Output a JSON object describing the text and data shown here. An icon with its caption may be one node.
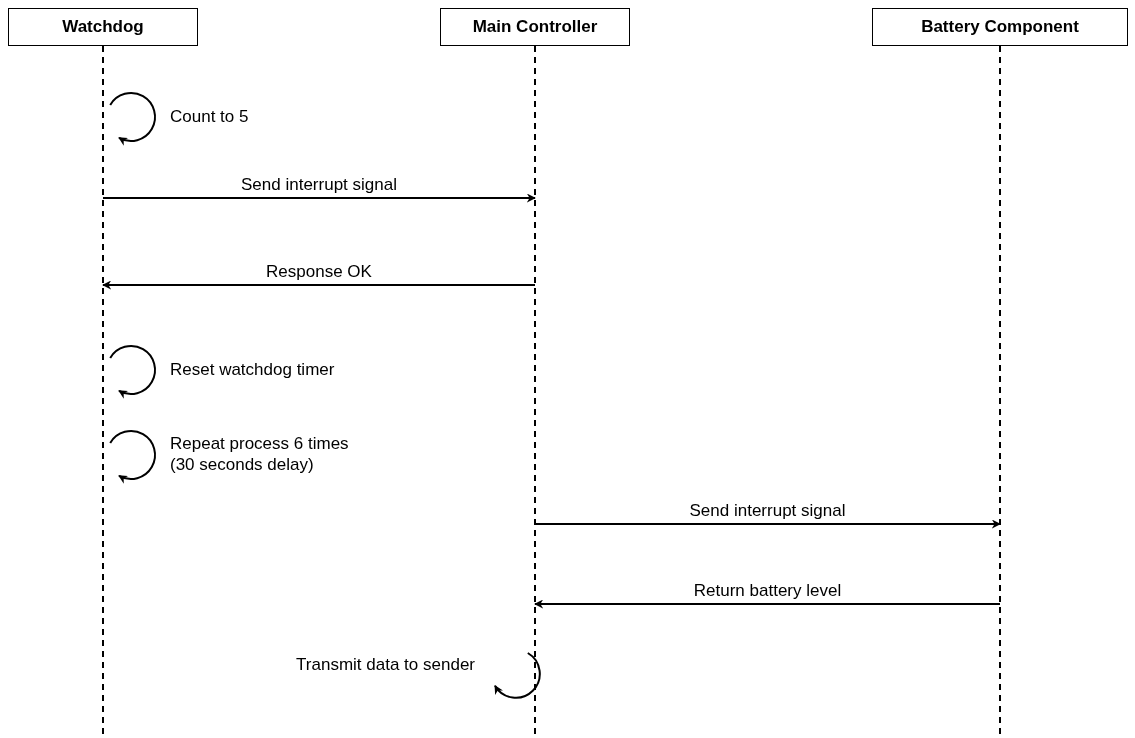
{
  "diagram": {
    "nodes": [
      {
        "text": [
          "Watchdog"
        ]
      },
      {
        "text": [
          "Main Controller"
        ]
      },
      {
        "text": [
          "Battery Component"
        ]
      }
    ],
    "edges": [
      {
        "from": 0,
        "to": 0,
        "arrow": "to",
        "label": "Count to 5"
      },
      {
        "from": 0,
        "to": 1,
        "arrow": "to",
        "label": "Send interrupt signal"
      },
      {
        "from": 1,
        "to": 0,
        "arrow": "to",
        "label": "Response OK"
      },
      {
        "from": 0,
        "to": 0,
        "arrow": "to",
        "label": "Reset watchdog timer"
      },
      {
        "from": 0,
        "to": 0,
        "arrow": "to",
        "label": "Repeat process 6 times (30 seconds delay)"
      },
      {
        "from": 1,
        "to": 2,
        "arrow": "to",
        "label": "Send interrupt signal"
      },
      {
        "from": 2,
        "to": 1,
        "arrow": "to",
        "label": "Return battery level"
      },
      {
        "from": 1,
        "to": 1,
        "arrow": "to",
        "label": "Transmit data to sender"
      }
    ]
  }
}
